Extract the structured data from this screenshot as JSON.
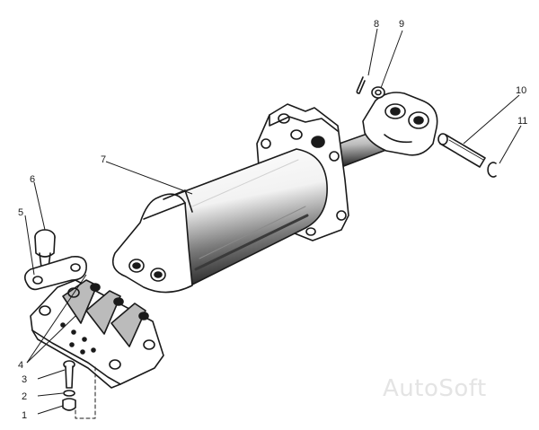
{
  "callouts": [
    "1",
    "2",
    "3",
    "4",
    "5",
    "6",
    "7",
    "8",
    "9",
    "10",
    "11"
  ],
  "watermark": "AutoSoft",
  "colors": {
    "line": "#1a1a1a",
    "paper": "#ffffff",
    "shade": "#6a6a6a",
    "watermark": "#e4e4e4"
  }
}
